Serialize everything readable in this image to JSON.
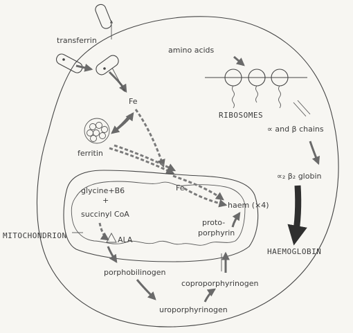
{
  "labels": {
    "transferrin": "transferrin",
    "amino_acids": "amino acids",
    "ribosomes": "RIBOSOMES",
    "fe_top": "Fe",
    "ferritin": "ferritin",
    "alpha_beta_chains": "∝ and β chains",
    "globin": "∝₂ β₂ globin",
    "glycine": "glycine+B6",
    "plus": "+",
    "succinyl": "succinyl CoA",
    "fe_mito": "Fe",
    "haem": "haem (×4)",
    "mitochondrion": "MITOCHONDRION",
    "ala": "ALA",
    "protoporphyrin_1": "proto-",
    "protoporphyrin_2": "porphyrin",
    "haemoglobin": "HAEMOGLOBIN",
    "porphobilinogen": "porphobilinogen",
    "coproporphyrinogen": "coproporphyrinogen",
    "uroporphyrinogen": "uroporphyrinogen"
  },
  "icons": [
    "ribosome-icon",
    "ferritin-cluster-icon",
    "transferrin-capsule-icon",
    "delta-symbol-icon"
  ],
  "colors": {
    "ink": "#3b3b3b",
    "arrow": "#6a6a6a",
    "haemoglobin_arrow": "#2f2f2f",
    "paper": "#f7f6f2"
  }
}
